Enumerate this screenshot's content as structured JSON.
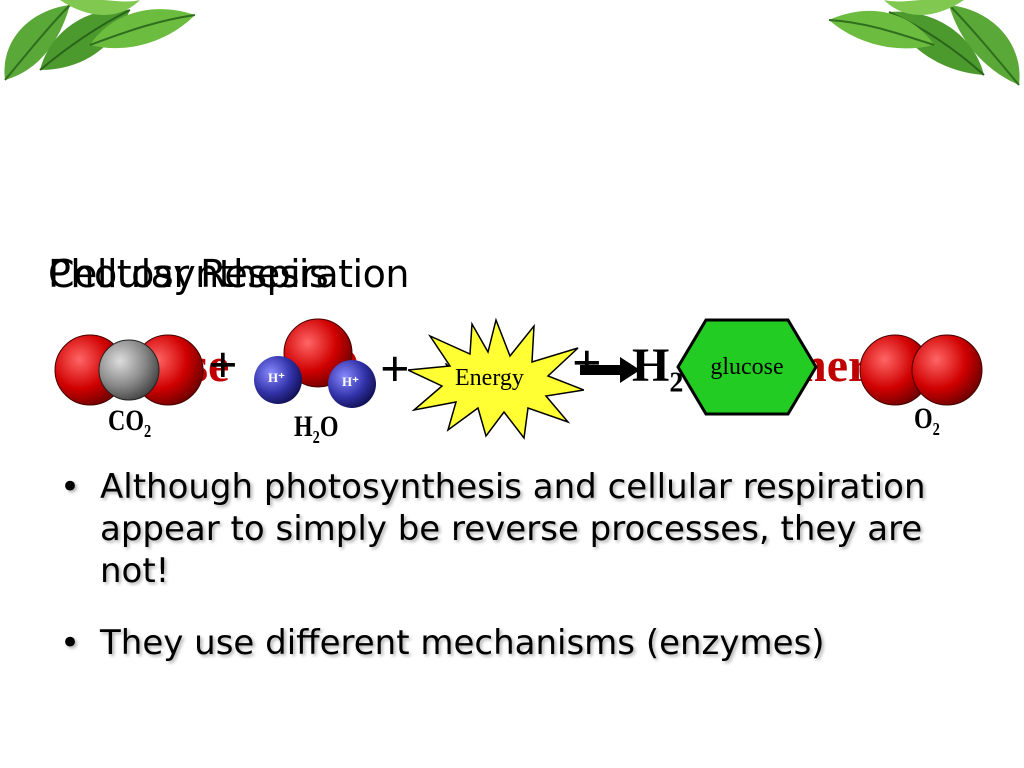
{
  "titles": {
    "front": "Photosynthesis",
    "back": "Cellular Respiration"
  },
  "equation": {
    "glucose_text": "glucose",
    "plus1": "+",
    "o_text": "O",
    "o_sub": "2",
    "arrow": "→",
    "plus2": "+",
    "h_text": "H",
    "h_sub": "2",
    "energy_text": "nergy",
    "plus3": "+"
  },
  "molecules": {
    "co2_label": "CO",
    "co2_sub": "2",
    "h2o_label_h": "H",
    "h2o_sub": "2",
    "h2o_label_o": "O",
    "o2_label": "O",
    "o2_sub": "2",
    "hydrogen_ion_left": "H⁺",
    "hydrogen_ion_right": "H⁺"
  },
  "energy_burst": "Energy",
  "glucose_hexagon": "glucose",
  "bullets": [
    "Although photosynthesis and cellular respiration appear to simply be reverse processes, they are not!",
    "They use different mechanisms (enzymes)"
  ],
  "bullet_symbol": "•",
  "colors": {
    "oxygen_red": "#cc0000",
    "carbon_gray": "#888888",
    "hydrogen_blue": "#3333aa",
    "glucose_green": "#22cc22",
    "energy_yellow": "#ffff33",
    "leaf_green": "#3f9a2a"
  }
}
